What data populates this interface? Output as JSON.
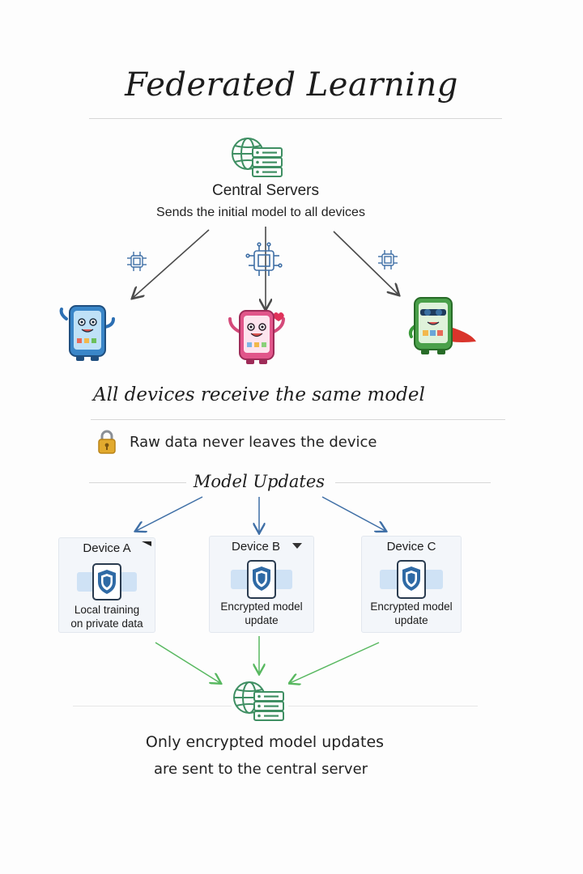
{
  "title": "Federated Learning",
  "server": {
    "title": "Central Servers",
    "subtitle": "Sends the initial model to all devices"
  },
  "distribution_caption": "All devices receive the same model",
  "privacy_note": "Raw data never leaves the device",
  "updates_heading": "Model Updates",
  "devices": [
    {
      "label": "Device A",
      "description_line1": "Local training",
      "description_line2": "on private data"
    },
    {
      "label": "Device B",
      "description_line1": "Encrypted model",
      "description_line2": "update"
    },
    {
      "label": "Device C",
      "description_line1": "Encrypted model",
      "description_line2": "update"
    }
  ],
  "footer": {
    "line1": "Only encrypted model updates",
    "line2": "are sent to the central server"
  },
  "colors": {
    "server_green": "#3f8f63",
    "download_arrow": "#4b4b4b",
    "update_arrow_blue": "#3f6fa6",
    "aggregate_arrow_green": "#58b860",
    "shield_blue": "#2f6aa5",
    "lock_gold": "#e2aa2e"
  }
}
